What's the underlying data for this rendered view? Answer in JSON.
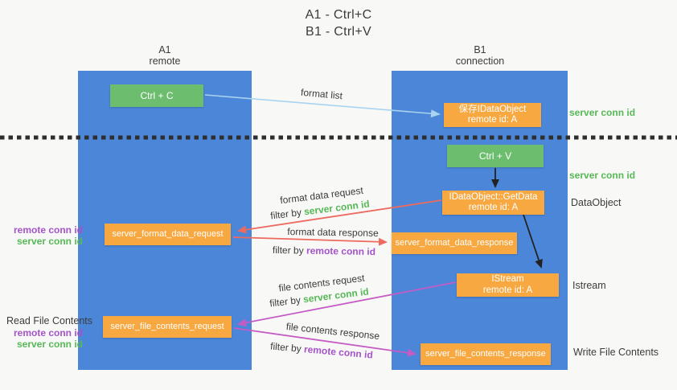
{
  "title": {
    "line1": "A1 - Ctrl+C",
    "line2": "B1 - Ctrl+V"
  },
  "lifelines": {
    "a1": {
      "name": "A1",
      "role": "remote"
    },
    "b1": {
      "name": "B1",
      "role": "connection"
    }
  },
  "boxes": {
    "ctrl_c": "Ctrl + C",
    "ctrl_v": "Ctrl + V",
    "save_dataobject": {
      "line1": "保存IDataObject",
      "line2": "remote id: A"
    },
    "getdata": {
      "line1": "IDataObject::GetData",
      "line2": "remote id: A"
    },
    "istream": {
      "line1": "IStream",
      "line2": "remote id: A"
    },
    "format_request": "server_format_data_request",
    "format_response": "server_format_data_response",
    "file_request": "server_file_contents_request",
    "file_response": "server_file_contents_response"
  },
  "arrow_labels": {
    "format_list": "format list",
    "format_data_request": "format data request",
    "format_data_response": "format data response",
    "file_contents_request": "file contents request",
    "file_contents_response": "file contents response",
    "filter_by": "filter by",
    "server_conn_id": "server conn id",
    "remote_conn_id": "remote conn id"
  },
  "side_labels": {
    "server_conn_id": "server conn id",
    "remote_conn_id": "remote conn id",
    "dataobject": "DataObject",
    "istream": "Istream",
    "read_file": "Read File Contents",
    "write_file": "Write File Contents"
  },
  "colors": {
    "lifeline_blue": "#4b86d9",
    "box_green": "#6cbd6e",
    "box_orange": "#f7a841",
    "text_green": "#56b956",
    "text_purple": "#a553c9",
    "text_dark": "#3c3c3c",
    "arrow_red": "#ed6a5f",
    "arrow_magenta": "#c55cc5",
    "arrow_lightblue": "#a9d3ee",
    "arrow_black": "#222222",
    "separator_dark": "#2e2e2e"
  }
}
